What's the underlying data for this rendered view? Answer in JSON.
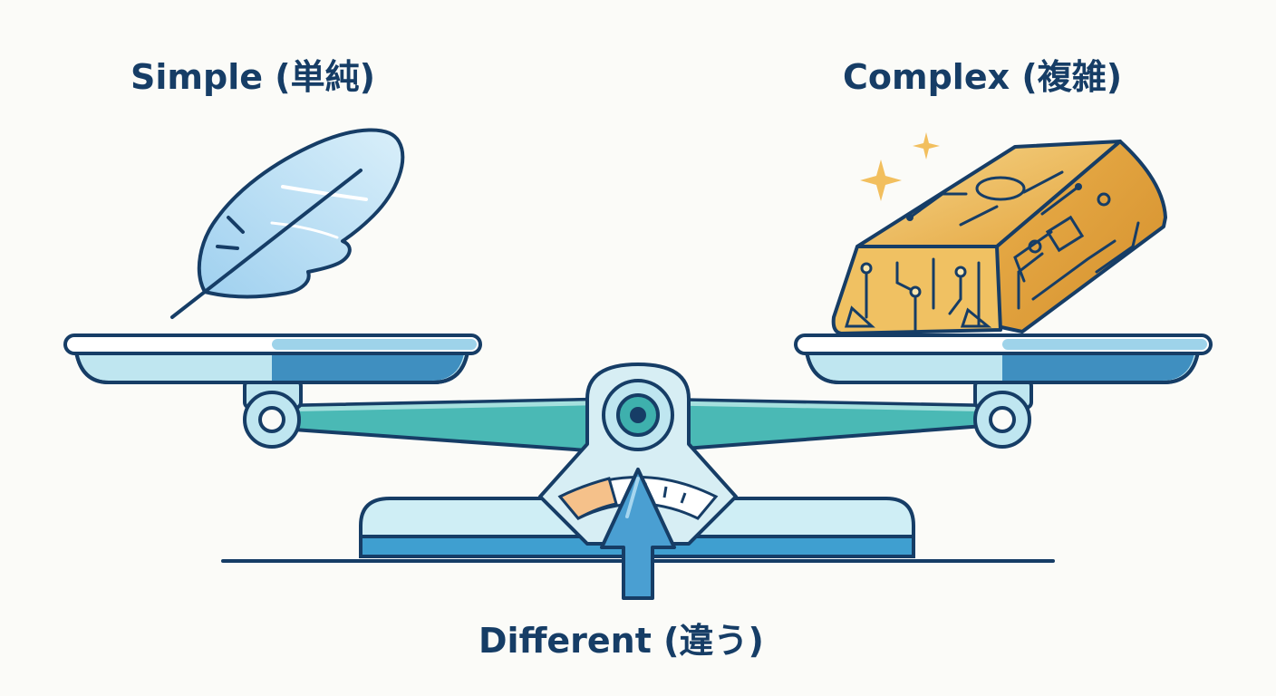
{
  "labels": {
    "simple": "Simple (単純)",
    "complex": "Complex (複雑)",
    "different": "Different (違う)"
  },
  "icons": {
    "left_object": "feather-icon",
    "right_object": "circuit-gold-bar-icon",
    "pointer": "arrow-up-icon",
    "sparkles": "sparkle-icon"
  },
  "colors": {
    "outline": "#163d66",
    "teal": "#3eb0ad",
    "light_blue": "#bfe6f0",
    "mid_blue": "#3f8fc0",
    "gold": "#e9b24a",
    "peach": "#f5c18a",
    "background": "#fbfbf8"
  }
}
